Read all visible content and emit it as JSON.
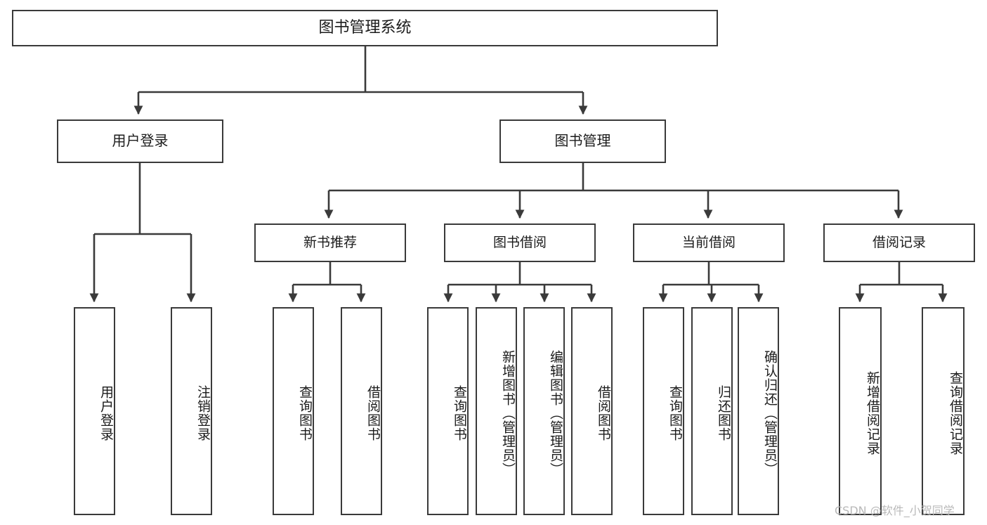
{
  "diagram": {
    "type": "tree-hierarchy",
    "title": "图书管理系统",
    "watermark": "CSDN @软件_小贺同学",
    "colors": {
      "box_border": "#3a3a3a",
      "box_fill": "#ffffff",
      "edge": "#3a3a3a",
      "text": "#1b1b1b",
      "watermark": "#b9b9b9",
      "background": "#ffffff"
    },
    "nodes": {
      "root": {
        "label": "图书管理系统"
      },
      "level1": [
        {
          "id": "user-login",
          "label": "用户登录"
        },
        {
          "id": "book-manage",
          "label": "图书管理"
        }
      ],
      "level2": [
        {
          "id": "new-book-recommend",
          "label": "新书推荐"
        },
        {
          "id": "book-borrow",
          "label": "图书借阅"
        },
        {
          "id": "current-borrow",
          "label": "当前借阅"
        },
        {
          "id": "borrow-record",
          "label": "借阅记录"
        }
      ],
      "leaves": {
        "user_login": [
          {
            "id": "leaf-user-login",
            "label": "用户登录"
          },
          {
            "id": "leaf-logout-login",
            "label": "注销登录"
          }
        ],
        "new_book_recommend": [
          {
            "id": "leaf-query-book-1",
            "label": "查询图书"
          },
          {
            "id": "leaf-borrow-book-1",
            "label": "借阅图书"
          }
        ],
        "book_borrow": [
          {
            "id": "leaf-query-book-2",
            "label": "查询图书"
          },
          {
            "id": "leaf-add-book",
            "label": "新增图书（管理员）"
          },
          {
            "id": "leaf-edit-book",
            "label": "编辑图书（管理员）"
          },
          {
            "id": "leaf-borrow-book-2",
            "label": "借阅图书"
          }
        ],
        "current_borrow": [
          {
            "id": "leaf-query-book-3",
            "label": "查询图书"
          },
          {
            "id": "leaf-return-book",
            "label": "归还图书"
          },
          {
            "id": "leaf-confirm-return",
            "label": "确认归还（管理员）"
          }
        ],
        "borrow_record": [
          {
            "id": "leaf-add-record",
            "label": "新增借阅记录"
          },
          {
            "id": "leaf-query-record",
            "label": "查询借阅记录"
          }
        ]
      }
    }
  }
}
